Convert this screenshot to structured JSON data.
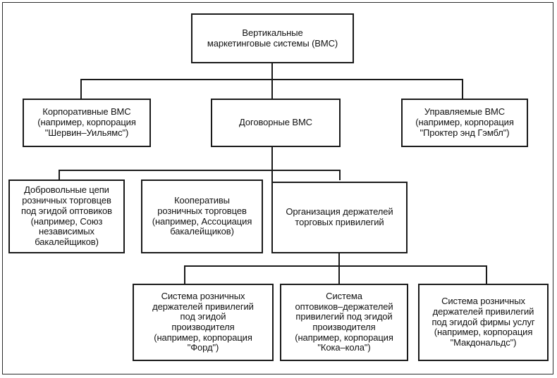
{
  "diagram": {
    "title_node": {
      "id": "vms-root",
      "text": "Вертикальные\nмаркетинговые системы (ВМС)"
    },
    "level2": [
      {
        "id": "corporate-vms",
        "text": "Корпоративные ВМС\n(например, корпорация\n\"Шервин–Уильямс\")"
      },
      {
        "id": "contractual-vms",
        "text": "Договорные ВМС"
      },
      {
        "id": "administered-vms",
        "text": "Управляемые ВМС\n(например, корпорация\n\"Проктер энд Гэмбл\")"
      }
    ],
    "level3": [
      {
        "id": "voluntary-chains",
        "text": "Добровольные цепи\nрозничных торговцев\nпод эгидой оптовиков\n(например, Союз\nнезависимых\nбакалейщиков)"
      },
      {
        "id": "retail-cooperatives",
        "text": "Кооперативы\nрозничных торговцев\n(например, Ассоциация\nбакалейщиков)"
      },
      {
        "id": "franchise-organization",
        "text": "Организация держателей\nторговых привилегий"
      }
    ],
    "level4": [
      {
        "id": "retail-franchise-manufacturer",
        "text": "Система розничных\nдержателей привилегий\nпод эгидой\nпроизводителя\n(например, корпорация\n\"Форд\")"
      },
      {
        "id": "wholesale-franchise-manufacturer",
        "text": "Система\nоптовиков–держателей\nпривилегий под эгидой\nпроизводителя\n(например, корпорация\n\"Кока–кола\")"
      },
      {
        "id": "retail-franchise-service",
        "text": "Система розничных\nдержателей привилегий\nпод эгидой фирмы услуг\n(например, корпорация\n\"Макдональдс\")"
      }
    ],
    "colors": {
      "box_border": "#1a1a1a",
      "connector": "#1a1a1a",
      "background": "#ffffff",
      "text": "#111111"
    }
  }
}
